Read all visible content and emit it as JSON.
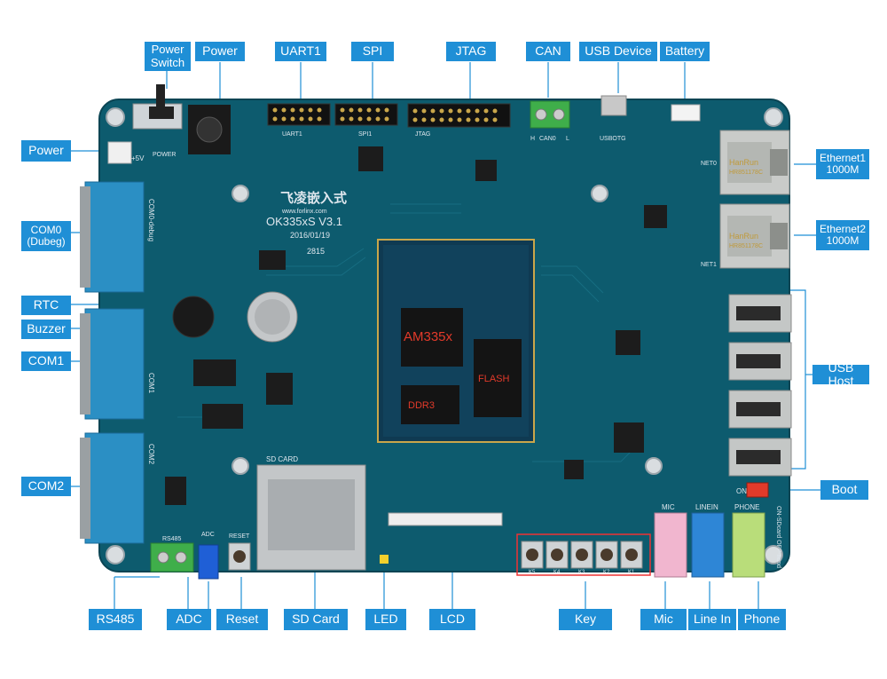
{
  "labels": {
    "power_switch": "Power\nSwitch",
    "power_top": "Power",
    "uart1": "UART1",
    "spi": "SPI",
    "jtag": "JTAG",
    "can": "CAN",
    "usb_device": "USB Device",
    "battery": "Battery",
    "power_left": "Power",
    "com0": "COM0\n(Dubeg)",
    "rtc": "RTC",
    "buzzer": "Buzzer",
    "com1": "COM1",
    "com2": "COM2",
    "ethernet1": "Ethernet1\n1000M",
    "ethernet2": "Ethernet2\n1000M",
    "usb_host": "USB Host",
    "boot": "Boot",
    "rs485": "RS485",
    "adc": "ADC",
    "reset": "Reset",
    "sd_card": "SD Card",
    "led": "LED",
    "lcd": "LCD",
    "key": "Key",
    "mic": "Mic",
    "line_in": "Line In",
    "phone": "Phone"
  },
  "silkscreen": {
    "brand": "飞凌嵌入式",
    "brand_url": "www.forlinx.com",
    "model": "OK335xS  V3.1",
    "date": "2016/01/19",
    "batch": "2815",
    "cpu": "AM335x",
    "flash": "FLASH",
    "ram": "DDR3",
    "phy1": "HanRun",
    "phy1_code": "HR851178C",
    "phy2": "HanRun",
    "phy2_code": "HR851178C",
    "com0_label": "COM0-debug",
    "com1_label": "COM1",
    "com2_label": "COM2",
    "sd_label": "SD CARD",
    "mic_label": "MIC",
    "linein_label": "LINEIN",
    "phone_label": "PHONE",
    "boot_on": "ON",
    "boot_note": "ON-SDcard OFF-nand",
    "plus5v": "+5V",
    "usbotg": "USBOTG",
    "can_label": "CAN0",
    "can_h": "H",
    "can_l": "L",
    "net0": "NET0",
    "net1": "NET1",
    "conn_jtag": "JTAG",
    "conn_uart": "UART1",
    "conn_spi": "SPI1",
    "rs485_label": "RS485",
    "adc_label": "ADC",
    "reset_label": "RESET",
    "power_label": "POWER",
    "key_labels": [
      "K5",
      "K4",
      "K3",
      "K2",
      "K1"
    ]
  }
}
